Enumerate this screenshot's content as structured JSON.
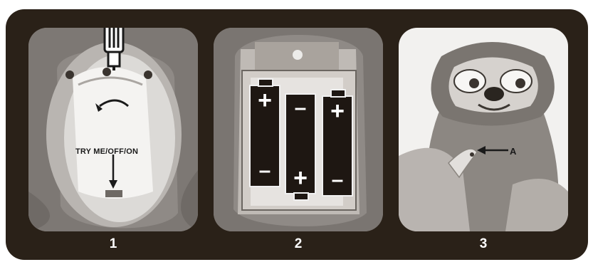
{
  "steps": {
    "one": "1",
    "two": "2",
    "three": "3"
  },
  "callouts": {
    "switch_label": "TRY ME/OFF/ON",
    "point_label": "A"
  },
  "battery_symbols": {
    "plus": "+",
    "minus": "–"
  },
  "colors": {
    "frame": "#2a2118",
    "fur": "#9a9590",
    "battery": "#1e1712"
  }
}
